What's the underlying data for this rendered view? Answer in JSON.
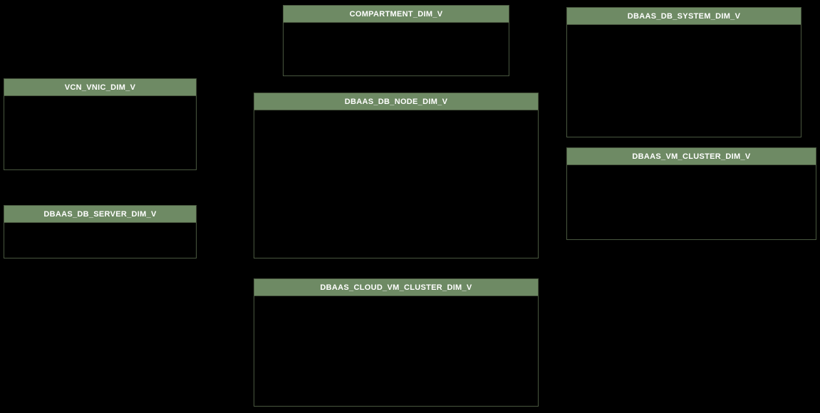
{
  "diagram": {
    "background_color": "#000000",
    "header_color": "#6e8a64",
    "header_text_color": "#ffffff",
    "border_color": "#49573f",
    "tables": [
      {
        "name": "COMPARTMENT_DIM_V"
      },
      {
        "name": "VCN_VNIC_DIM_V"
      },
      {
        "name": "DBAAS_DB_SERVER_DIM_V"
      },
      {
        "name": "DBAAS_DB_NODE_DIM_V"
      },
      {
        "name": "DBAAS_CLOUD_VM_CLUSTER_DIM_V"
      },
      {
        "name": "DBAAS_DB_SYSTEM_DIM_V"
      },
      {
        "name": "DBAAS_VM_CLUSTER_DIM_V"
      }
    ]
  }
}
